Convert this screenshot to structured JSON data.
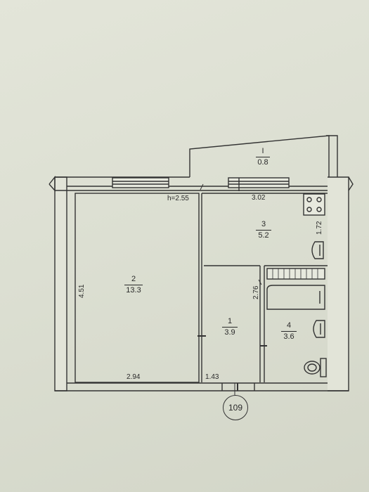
{
  "height_note": "h=2.55",
  "rooms": [
    {
      "id": "balcony",
      "num": "I",
      "area": "0.8"
    },
    {
      "id": "room",
      "num": "2",
      "area": "13.3"
    },
    {
      "id": "kitchen",
      "num": "3",
      "area": "5.2"
    },
    {
      "id": "hall",
      "num": "1",
      "area": "3.9"
    },
    {
      "id": "bath",
      "num": "4",
      "area": "3.6"
    }
  ],
  "dimensions": {
    "room_height": "4.51",
    "room_width": "2.94",
    "kitchen_width": "3.02",
    "kitchen_depth": "1.72",
    "hall_width": "1.43",
    "hall_depth": "2.76"
  },
  "stamp": "109",
  "colors": {
    "wall": "#3a3a3a",
    "line": "#333333",
    "paper": "#dcdfd2"
  }
}
